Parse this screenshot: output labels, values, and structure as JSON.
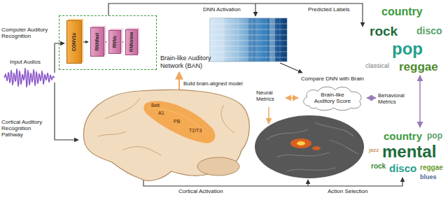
{
  "diagram": {
    "nodes": [
      {
        "text": [
          "Brain-like Auditory Network (BAN)"
        ]
      },
      {
        "text": [
          "CONV1x"
        ],
        "in": 0
      },
      {
        "text": [
          "RNNfast"
        ],
        "in": 0
      },
      {
        "text": [
          "RNNs"
        ],
        "in": 0
      },
      {
        "text": [
          "RNNslow"
        ],
        "in": 0
      },
      {
        "text": [
          "Brain-like Auditory Score"
        ]
      }
    ],
    "edges": [
      {
        "from": 1,
        "to": 2,
        "arrow": "to"
      },
      {
        "from": 2,
        "to": 3,
        "arrow": "to"
      },
      {
        "from": 3,
        "to": 4,
        "arrow": "to"
      }
    ],
    "labels": [
      "Input Audios",
      "Computer Auditory Recognition",
      "DNN Activation",
      "Predicted Labels",
      "country",
      "rock",
      "pop",
      "disco",
      "reggae",
      "classical",
      "Compare DNN with Brain",
      "Neural Metrics",
      "Behavioral Metrics",
      "Build brain-aligned model",
      "Belt",
      "A1",
      "PB",
      "T2/T3",
      "Cortical Auditory Recognition Pathway",
      "country",
      "mental",
      "pop",
      "jazz",
      "rock",
      "disco",
      "reggae",
      "blues",
      "Cortical Activation",
      "Action Selection"
    ]
  }
}
